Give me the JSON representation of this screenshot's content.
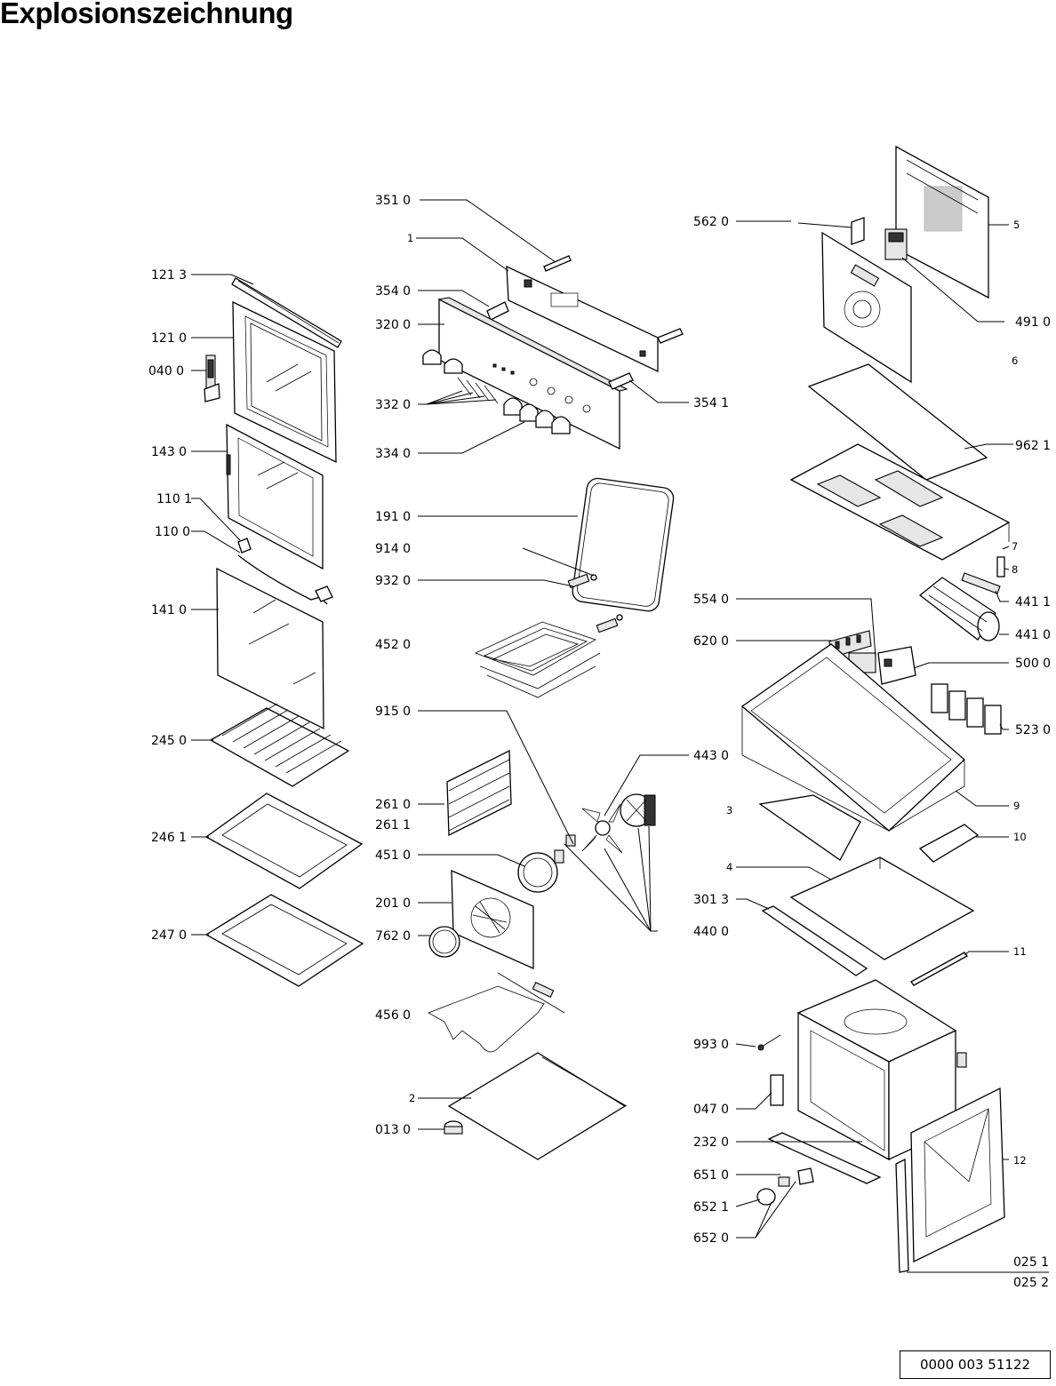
{
  "title": "Explosionszeichnung",
  "document_number": "0000 003 51122",
  "labels": [
    {
      "id": "l-351-0",
      "text": "351 0"
    },
    {
      "id": "l-1",
      "text": "1"
    },
    {
      "id": "l-354-0",
      "text": "354 0"
    },
    {
      "id": "l-320-0",
      "text": "320 0"
    },
    {
      "id": "l-332-0",
      "text": "332 0"
    },
    {
      "id": "l-334-0",
      "text": "334 0"
    },
    {
      "id": "l-354-1",
      "text": "354 1"
    },
    {
      "id": "l-121-3",
      "text": "121 3"
    },
    {
      "id": "l-121-0",
      "text": "121 0"
    },
    {
      "id": "l-040-0",
      "text": "040 0"
    },
    {
      "id": "l-143-0",
      "text": "143 0"
    },
    {
      "id": "l-110-1",
      "text": "110 1"
    },
    {
      "id": "l-110-0",
      "text": "110 0"
    },
    {
      "id": "l-141-0",
      "text": "141 0"
    },
    {
      "id": "l-245-0",
      "text": "245 0"
    },
    {
      "id": "l-246-1",
      "text": "246 1"
    },
    {
      "id": "l-247-0",
      "text": "247 0"
    },
    {
      "id": "l-191-0",
      "text": "191 0"
    },
    {
      "id": "l-914-0",
      "text": "914 0"
    },
    {
      "id": "l-932-0",
      "text": "932 0"
    },
    {
      "id": "l-452-0",
      "text": "452 0"
    },
    {
      "id": "l-915-0",
      "text": "915 0"
    },
    {
      "id": "l-261-0",
      "text": "261 0"
    },
    {
      "id": "l-261-1",
      "text": "261 1"
    },
    {
      "id": "l-451-0",
      "text": "451 0"
    },
    {
      "id": "l-201-0",
      "text": "201 0"
    },
    {
      "id": "l-762-0",
      "text": "762 0"
    },
    {
      "id": "l-456-0",
      "text": "456 0"
    },
    {
      "id": "l-2",
      "text": "2"
    },
    {
      "id": "l-013-0",
      "text": "013 0"
    },
    {
      "id": "l-443-0",
      "text": "443 0"
    },
    {
      "id": "l-440-0",
      "text": "440 0"
    },
    {
      "id": "l-562-0",
      "text": "562 0"
    },
    {
      "id": "l-5",
      "text": "5"
    },
    {
      "id": "l-491-0",
      "text": "491 0"
    },
    {
      "id": "l-6",
      "text": "6"
    },
    {
      "id": "l-962-1",
      "text": "962 1"
    },
    {
      "id": "l-7",
      "text": "7"
    },
    {
      "id": "l-8",
      "text": "8"
    },
    {
      "id": "l-441-1",
      "text": "441 1"
    },
    {
      "id": "l-441-0",
      "text": "441 0"
    },
    {
      "id": "l-554-0",
      "text": "554 0"
    },
    {
      "id": "l-620-0",
      "text": "620 0"
    },
    {
      "id": "l-500-0",
      "text": "500 0"
    },
    {
      "id": "l-523-0",
      "text": "523 0"
    },
    {
      "id": "l-9",
      "text": "9"
    },
    {
      "id": "l-3",
      "text": "3"
    },
    {
      "id": "l-10",
      "text": "10"
    },
    {
      "id": "l-4",
      "text": "4"
    },
    {
      "id": "l-301-3",
      "text": "301 3"
    },
    {
      "id": "l-11",
      "text": "11"
    },
    {
      "id": "l-993-0",
      "text": "993 0"
    },
    {
      "id": "l-047-0",
      "text": "047 0"
    },
    {
      "id": "l-232-0",
      "text": "232 0"
    },
    {
      "id": "l-12",
      "text": "12"
    },
    {
      "id": "l-651-0",
      "text": "651 0"
    },
    {
      "id": "l-652-1",
      "text": "652 1"
    },
    {
      "id": "l-652-0",
      "text": "652 0"
    },
    {
      "id": "l-025-1",
      "text": "025 1"
    },
    {
      "id": "l-025-2",
      "text": "025 2"
    }
  ]
}
